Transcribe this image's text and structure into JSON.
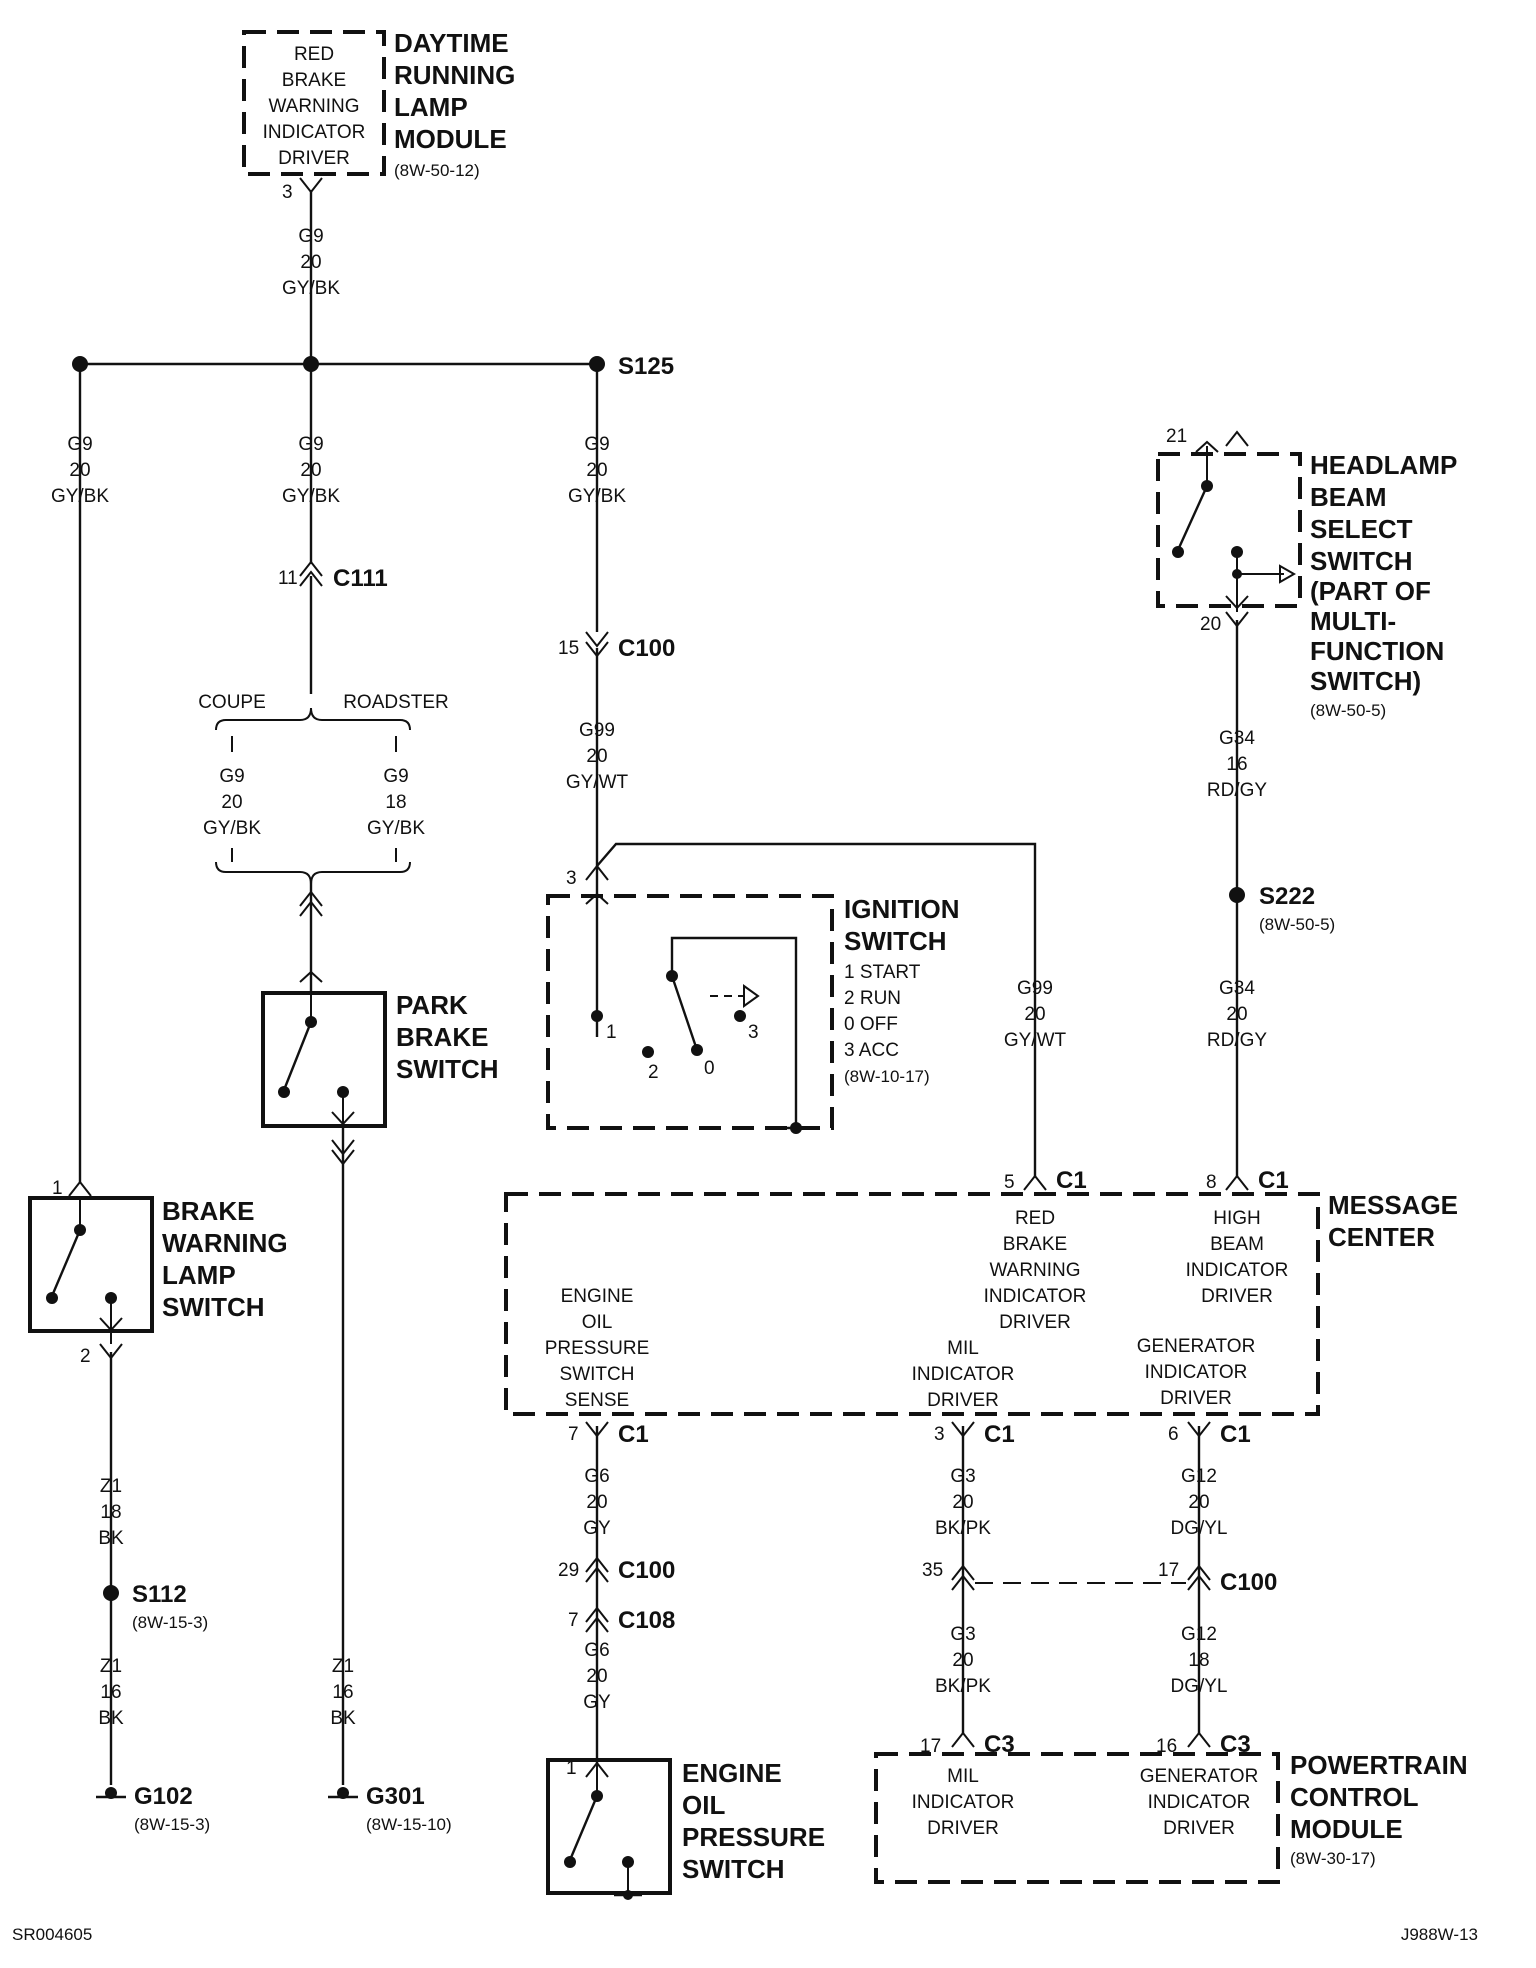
{
  "components": {
    "drl_module": {
      "name": [
        "DAYTIME",
        "RUNNING",
        "LAMP",
        "MODULE"
      ],
      "ref": "(8W-50-12)",
      "inner": [
        "RED",
        "BRAKE",
        "WARNING",
        "INDICATOR",
        "DRIVER"
      ],
      "pin": "3"
    },
    "headlamp_switch": {
      "name": [
        "HEADLAMP",
        "BEAM",
        "SELECT",
        "SWITCH",
        "(PART OF",
        "MULTI-",
        "FUNCTION",
        "SWITCH)"
      ],
      "ref": "(8W-50-5)",
      "pin_top": "21",
      "pin_bottom": "20"
    },
    "park_brake_switch": {
      "name": [
        "PARK",
        "BRAKE",
        "SWITCH"
      ]
    },
    "ignition_switch": {
      "name": [
        "IGNITION",
        "SWITCH"
      ],
      "positions": [
        "1 START",
        "2 RUN",
        "0 OFF",
        "3 ACC"
      ],
      "ref": "(8W-10-17)",
      "pin": "3",
      "contacts": [
        "1",
        "2",
        "0",
        "3"
      ]
    },
    "brake_warning_switch": {
      "name": [
        "BRAKE",
        "WARNING",
        "LAMP",
        "SWITCH"
      ],
      "pin_top": "1",
      "pin_bottom": "2"
    },
    "message_center": {
      "name": [
        "MESSAGE",
        "CENTER"
      ],
      "red_brake": [
        "RED",
        "BRAKE",
        "WARNING",
        "INDICATOR",
        "DRIVER"
      ],
      "high_beam": [
        "HIGH",
        "BEAM",
        "INDICATOR",
        "DRIVER"
      ],
      "engine_oil": [
        "ENGINE",
        "OIL",
        "PRESSURE",
        "SWITCH",
        "SENSE"
      ],
      "mil": [
        "MIL",
        "INDICATOR",
        "DRIVER"
      ],
      "generator": [
        "GENERATOR",
        "INDICATOR",
        "DRIVER"
      ]
    },
    "engine_oil_switch": {
      "name": [
        "ENGINE",
        "OIL",
        "PRESSURE",
        "SWITCH"
      ],
      "pin": "1"
    },
    "pcm": {
      "name": [
        "POWERTRAIN",
        "CONTROL",
        "MODULE"
      ],
      "ref": "(8W-30-17)",
      "mil": [
        "MIL",
        "INDICATOR",
        "DRIVER"
      ],
      "generator": [
        "GENERATOR",
        "INDICATOR",
        "DRIVER"
      ]
    }
  },
  "wires": {
    "drl_out": [
      "G9",
      "20",
      "GY/BK"
    ],
    "left": [
      "G9",
      "20",
      "GY/BK"
    ],
    "mid": [
      "G9",
      "20",
      "GY/BK"
    ],
    "right": [
      "G9",
      "20",
      "GY/BK"
    ],
    "coupe": [
      "G9",
      "20",
      "GY/BK"
    ],
    "roadster": [
      "G9",
      "18",
      "GY/BK"
    ],
    "ign_in": [
      "G99",
      "20",
      "GY/WT"
    ],
    "ign_out": [
      "G99",
      "20",
      "GY/WT"
    ],
    "hl_upper": [
      "G34",
      "16",
      "RD/GY"
    ],
    "hl_lower": [
      "G34",
      "20",
      "RD/GY"
    ],
    "bw_out": [
      "Z1",
      "18",
      "BK"
    ],
    "bw_ground": [
      "Z1",
      "16",
      "BK"
    ],
    "pb_ground": [
      "Z1",
      "16",
      "BK"
    ],
    "oil_upper": [
      "G6",
      "20",
      "GY"
    ],
    "oil_lower": [
      "G6",
      "20",
      "GY"
    ],
    "mil_upper": [
      "G3",
      "20",
      "BK/PK"
    ],
    "mil_lower": [
      "G3",
      "20",
      "BK/PK"
    ],
    "gen_upper": [
      "G12",
      "20",
      "DG/YL"
    ],
    "gen_lower": [
      "G12",
      "18",
      "DG/YL"
    ]
  },
  "connectors": {
    "c111": {
      "pin": "11",
      "name": "C111"
    },
    "c100_top": {
      "pin": "15",
      "name": "C100"
    },
    "c1_red": {
      "pin": "5",
      "name": "C1"
    },
    "c1_high": {
      "pin": "8",
      "name": "C1"
    },
    "c1_oil": {
      "pin": "7",
      "name": "C1"
    },
    "c1_mil": {
      "pin": "3",
      "name": "C1"
    },
    "c1_gen": {
      "pin": "6",
      "name": "C1"
    },
    "c100_oil": {
      "pin": "29",
      "name": "C100"
    },
    "c108": {
      "pin": "7",
      "name": "C108"
    },
    "c100_mil": {
      "pin": "35"
    },
    "c100_gen": {
      "pin": "17",
      "name": "C100"
    },
    "c3_mil": {
      "pin": "17",
      "name": "C3"
    },
    "c3_gen": {
      "pin": "16",
      "name": "C3"
    }
  },
  "splices": {
    "s125": {
      "name": "S125"
    },
    "s222": {
      "name": "S222",
      "ref": "(8W-50-5)"
    },
    "s112": {
      "name": "S112",
      "ref": "(8W-15-3)"
    }
  },
  "grounds": {
    "g102": {
      "name": "G102",
      "ref": "(8W-15-3)"
    },
    "g301": {
      "name": "G301",
      "ref": "(8W-15-10)"
    }
  },
  "options": {
    "coupe": "COUPE",
    "roadster": "ROADSTER"
  },
  "footer": {
    "left": "SR004605",
    "right": "J988W-13"
  }
}
